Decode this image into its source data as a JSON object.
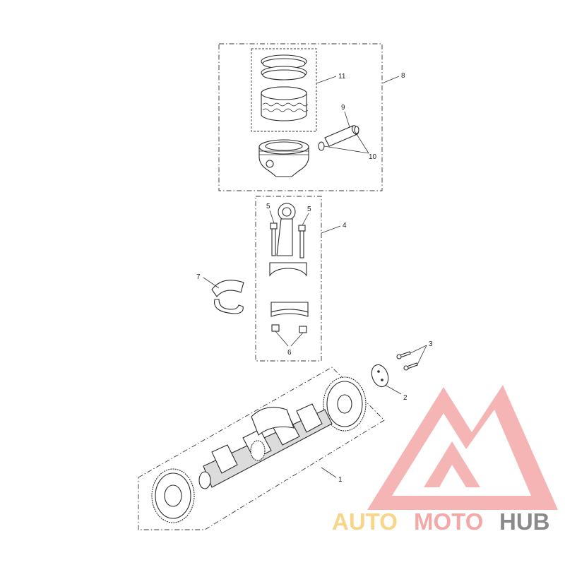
{
  "callouts": {
    "c1": "1",
    "c2": "2",
    "c3": "3",
    "c4": "4",
    "c5a": "5",
    "c5b": "5",
    "c6": "6",
    "c7": "7",
    "c8": "8",
    "c9": "9",
    "c10": "10",
    "c11": "11"
  },
  "watermark": {
    "part1": "AUTO",
    "part2": "MOTO",
    "part3": "HUB",
    "color_primary": "#f4a8a8",
    "color_secondary": "#f7d58a",
    "color_dark": "#8a8a8a"
  }
}
